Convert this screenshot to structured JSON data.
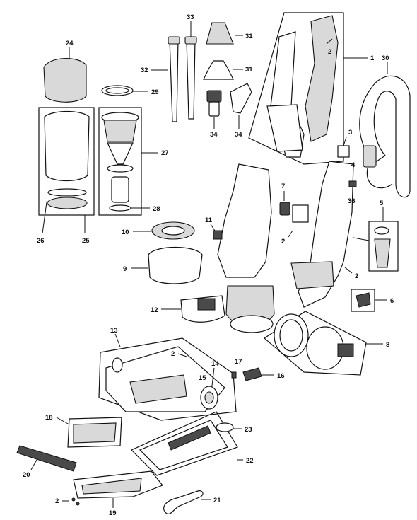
{
  "callouts": {
    "c1": "1",
    "c2a": "2",
    "c2b": "2",
    "c2c": "2",
    "c2d": "2",
    "c2e": "2",
    "c3": "3",
    "c4": "4",
    "c5": "5",
    "c6": "6",
    "c7": "7",
    "c8": "8",
    "c9": "9",
    "c10": "10",
    "c11": "11",
    "c12": "12",
    "c13": "13",
    "c14": "14",
    "c15": "15",
    "c16": "16",
    "c17": "17",
    "c18": "18",
    "c19": "19",
    "c20": "20",
    "c21": "21",
    "c22": "22",
    "c23": "23",
    "c24": "24",
    "c25": "25",
    "c26": "26",
    "c27": "27",
    "c28": "28",
    "c29": "29",
    "c30": "30",
    "c31a": "31",
    "c31b": "31",
    "c32": "32",
    "c33": "33",
    "c34a": "34",
    "c34b": "34",
    "c36": "36"
  },
  "colors": {
    "line": "#111111",
    "shade": "#d9d9d9",
    "background": "#ffffff"
  }
}
